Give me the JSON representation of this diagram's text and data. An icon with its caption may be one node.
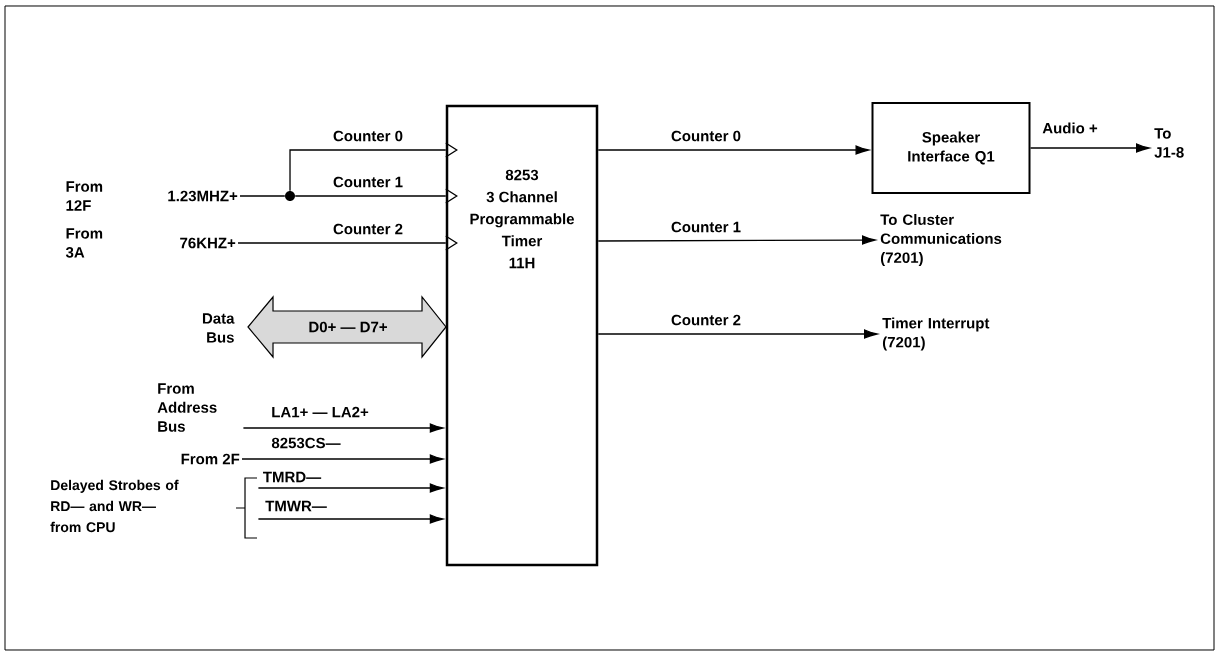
{
  "diagram": {
    "nodes": [
      {
        "text": [
          "8253",
          "3 Channel Programmable Timer",
          "11H"
        ]
      },
      {
        "text": [
          "Speaker Interface Q1"
        ]
      },
      {
        "text": [
          "1.23MHZ+"
        ]
      },
      {
        "text": [],
        "shape": "circle"
      },
      {
        "text": [
          "76KHZ+"
        ]
      },
      {
        "text": [
          "To J1-8"
        ]
      },
      {
        "text": [
          "To Cluster Communications (7201)"
        ]
      },
      {
        "text": [
          "Timer Interrupt (7201)"
        ]
      },
      {
        "text": [
          "D0+ — D7+"
        ]
      },
      {
        "text": [
          "From Address Bus"
        ]
      },
      {
        "text": [
          "From 2F"
        ]
      },
      {
        "text": [
          "Delayed Strobes of RD— and WR— from CPU"
        ]
      }
    ],
    "edges": [
      {
        "from": 2,
        "to": 3,
        "arrow": "none"
      },
      {
        "from": 3,
        "to": 0,
        "arrow": "to",
        "label": "Counter 0"
      },
      {
        "from": 3,
        "to": 0,
        "arrow": "to",
        "label": "Counter 1"
      },
      {
        "from": 4,
        "to": 0,
        "arrow": "to",
        "label": "Counter 2"
      },
      {
        "from": 0,
        "to": 1,
        "arrow": "to",
        "label": "Counter 0"
      },
      {
        "from": 1,
        "to": 5,
        "arrow": "to",
        "label": "Audio +"
      },
      {
        "from": 0,
        "to": 6,
        "arrow": "to",
        "label": "Counter 1"
      },
      {
        "from": 0,
        "to": 7,
        "arrow": "to",
        "label": "Counter 2"
      },
      {
        "from": 9,
        "to": 0,
        "arrow": "to",
        "label": "LA1+ — LA2+"
      },
      {
        "from": 10,
        "to": 0,
        "arrow": "to",
        "label": "8253CS—"
      },
      {
        "from": 11,
        "to": 0,
        "arrow": "to",
        "label": "TMRD—"
      },
      {
        "from": 11,
        "to": 0,
        "arrow": "to",
        "label": "TMWR—"
      }
    ],
    "labels": [
      "From 12F",
      "From 3A",
      "Data Bus"
    ]
  }
}
